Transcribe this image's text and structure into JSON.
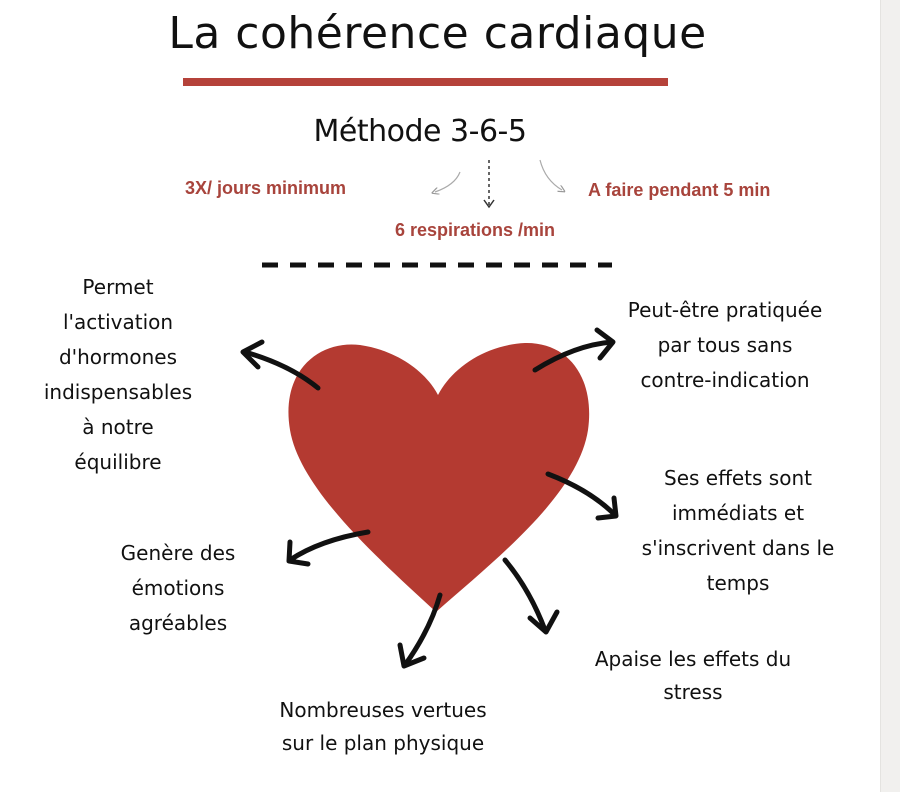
{
  "title": "La cohérence cardiaque",
  "method": {
    "title": "Méthode 3-6-5",
    "left": "3X/ jours minimum",
    "center": "6 respirations /min",
    "right": "A faire pendant 5 min"
  },
  "colors": {
    "accent": "#b5423a",
    "heart": "#b43a31",
    "accent_text": "#a8443c"
  },
  "benefits": {
    "hormones": [
      "Permet",
      "l'activation",
      "d'hormones",
      "indispensables",
      "à notre",
      "équilibre"
    ],
    "pratique": [
      "Peut-être pratiquée",
      "par tous sans",
      "contre-indication"
    ],
    "effets": [
      "Ses  effets sont",
      "immédiats et",
      "s'inscrivent dans le",
      "temps"
    ],
    "emotions": [
      "Genère des",
      "émotions",
      "agréables"
    ],
    "physique": [
      "Nombreuses vertues",
      "sur le plan physique"
    ],
    "stress": [
      "Apaise les effets du",
      "stress"
    ]
  }
}
